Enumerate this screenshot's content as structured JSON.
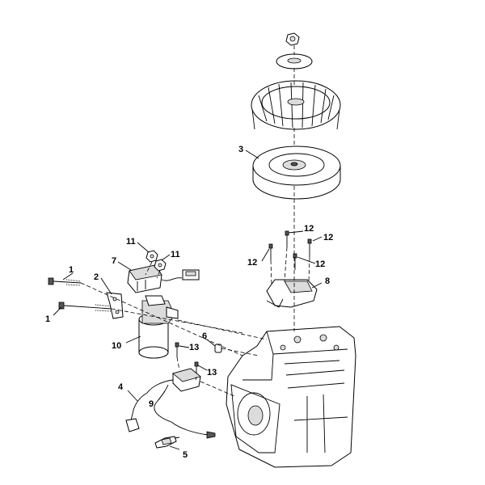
{
  "callouts": {
    "c1a": "1",
    "c1b": "1",
    "c2": "2",
    "c3": "3",
    "c4": "4",
    "c5": "5",
    "c6": "6",
    "c7": "7",
    "c8": "8",
    "c9": "9",
    "c10": "10",
    "c11a": "11",
    "c11b": "11",
    "c12a": "12",
    "c12b": "12",
    "c12c": "12",
    "c12d": "12",
    "c13a": "13",
    "c13b": "13"
  }
}
